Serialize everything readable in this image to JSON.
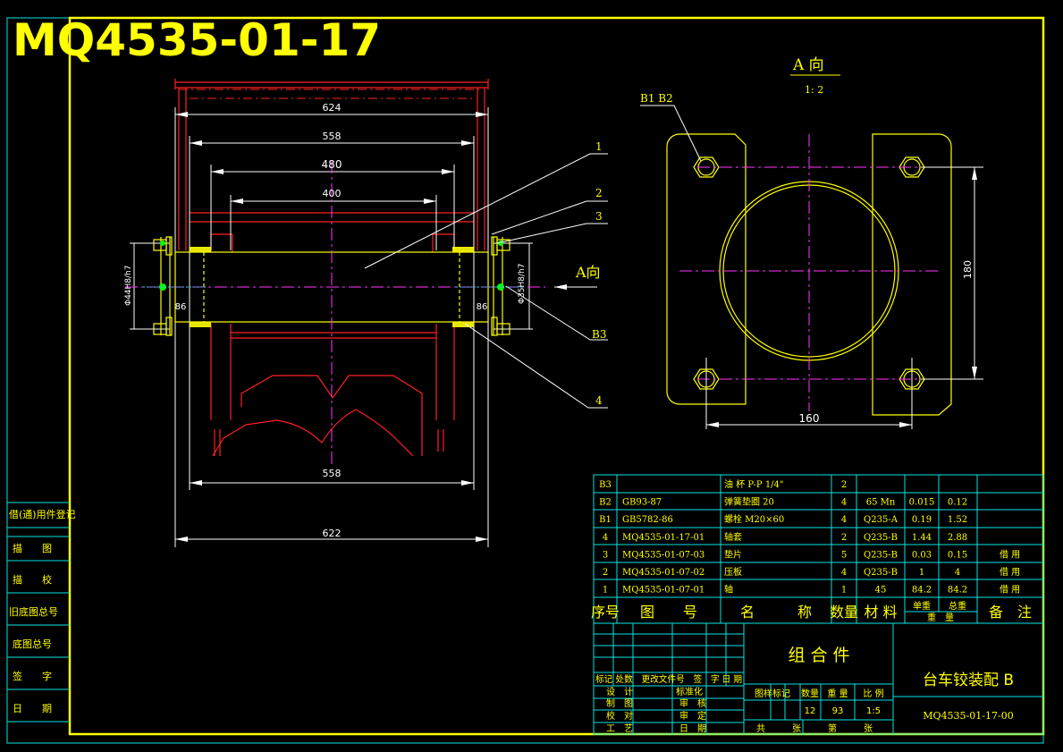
{
  "drawing": {
    "code": "MQ4535-01-17",
    "view_label": "A 向",
    "view_scale": "1: 2",
    "side_label": "A向"
  },
  "dimensions": {
    "d624": "624",
    "d558_top": "558",
    "d480": "480",
    "d400": "400",
    "d558_bottom": "558",
    "d622": "622",
    "d86_left": "86",
    "d86_right": "86",
    "phi_left": "Φ44H8/h7",
    "phi_right": "Φ35H8/h7",
    "d160": "160",
    "d180": "180"
  },
  "callouts": {
    "c1": "1",
    "c2": "2",
    "c3": "3",
    "c4": "4",
    "b3": "B3",
    "b1b2": "B1 B2"
  },
  "left_panel": {
    "title": "借(通)用件登记",
    "rows": [
      "描　　图",
      "描　　校",
      "旧底图总号",
      "底图总号",
      "签　　字",
      "日　　期"
    ]
  },
  "bom": {
    "rows": [
      {
        "no": "B3",
        "drawing": "",
        "name": "油 杯 P-P 1/4\"",
        "qty": "2",
        "material": "",
        "unit": "",
        "total": "",
        "remark": ""
      },
      {
        "no": "B2",
        "drawing": "GB93-87",
        "name": "弹簧垫圈 20",
        "qty": "4",
        "material": "65 Mn",
        "unit": "0.015",
        "total": "0.12",
        "remark": ""
      },
      {
        "no": "B1",
        "drawing": "GB5782-86",
        "name": "螺栓 M20×60",
        "qty": "4",
        "material": "Q235-A",
        "unit": "0.19",
        "total": "1.52",
        "remark": ""
      },
      {
        "no": "4",
        "drawing": "MQ4535-01-17-01",
        "name": "轴套",
        "qty": "2",
        "material": "Q235-B",
        "unit": "1.44",
        "total": "2.88",
        "remark": ""
      },
      {
        "no": "3",
        "drawing": "MQ4535-01-07-03",
        "name": "垫片",
        "qty": "5",
        "material": "Q235-B",
        "unit": "0.03",
        "total": "0.15",
        "remark": "借 用"
      },
      {
        "no": "2",
        "drawing": "MQ4535-01-07-02",
        "name": "压板",
        "qty": "4",
        "material": "Q235-B",
        "unit": "1",
        "total": "4",
        "remark": "借 用"
      },
      {
        "no": "1",
        "drawing": "MQ4535-01-07-01",
        "name": "轴",
        "qty": "1",
        "material": "45",
        "unit": "84.2",
        "total": "84.2",
        "remark": "借 用"
      }
    ],
    "header": {
      "no": "序号",
      "drawing": "图　　号",
      "name": "名　　　称",
      "qty": "数量",
      "material": "材 料",
      "weight_unit": "单重",
      "weight_total": "总重",
      "weight": "重　量",
      "remark": "备　注"
    }
  },
  "title_block": {
    "type": "组 合 件",
    "name": "台车铰装配 B",
    "number": "MQ4535-01-17-00",
    "rev_header": "标记 处数　更改文件号　签　字 日 期",
    "roles_left": [
      "设　计",
      "制　图",
      "校　对",
      "工　艺"
    ],
    "roles_right": [
      "标准化",
      "审　核",
      "审　定",
      "日　期"
    ],
    "stage_header": [
      "图样标记",
      "数量",
      "重 量",
      "比 例"
    ],
    "qty": "12",
    "weight": "93",
    "scale": "1:5",
    "sheets": "共　　　张",
    "sheet": "第　　　张"
  }
}
